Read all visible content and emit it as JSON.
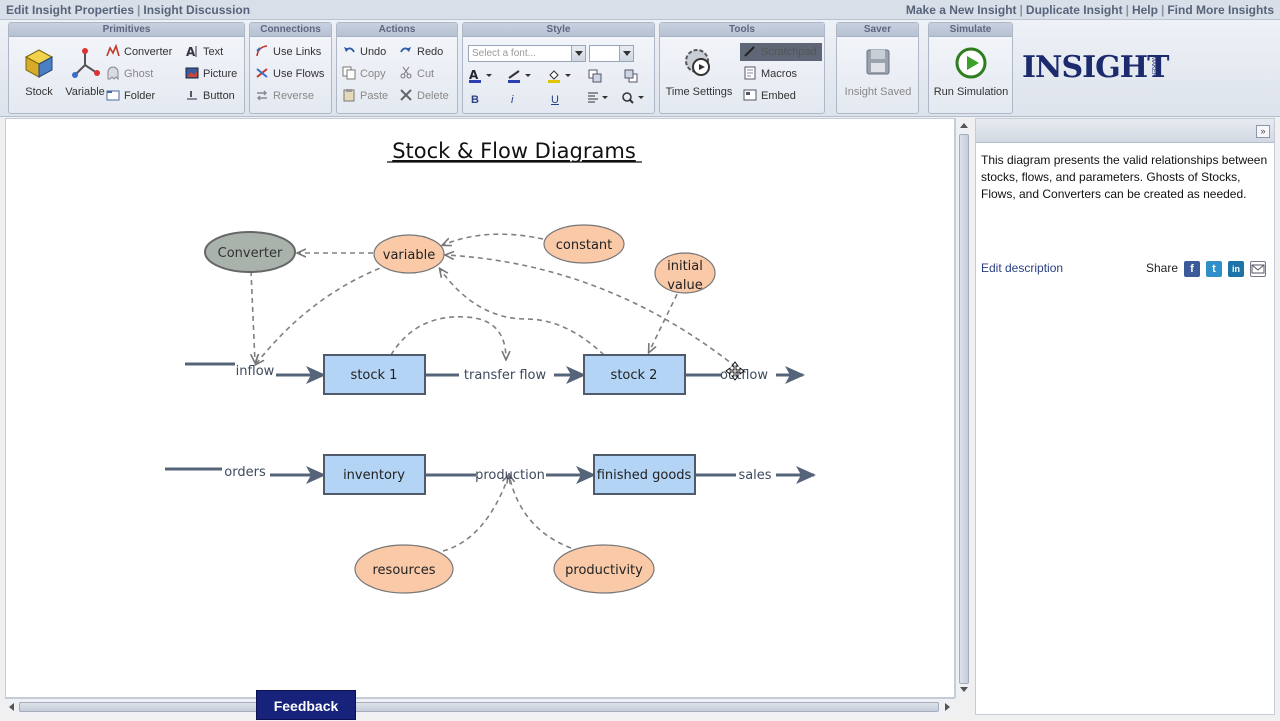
{
  "topbar": {
    "left_links": [
      "Edit Insight Properties",
      "Insight Discussion"
    ],
    "right_links": [
      "Make a New Insight",
      "Duplicate Insight",
      "Help",
      "Find More Insights"
    ]
  },
  "ribbon": {
    "groups": {
      "primitives": "Primitives",
      "connections": "Connections",
      "actions": "Actions",
      "style": "Style",
      "tools": "Tools",
      "saver": "Saver",
      "simulate": "Simulate"
    },
    "primitives": {
      "stock": "Stock",
      "variable": "Variable",
      "converter": "Converter",
      "ghost": "Ghost",
      "folder": "Folder",
      "text": "Text",
      "picture": "Picture",
      "button": "Button"
    },
    "connections": {
      "use_links": "Use Links",
      "use_flows": "Use Flows",
      "reverse": "Reverse"
    },
    "actions": {
      "undo": "Undo",
      "redo": "Redo",
      "copy": "Copy",
      "cut": "Cut",
      "paste": "Paste",
      "delete": "Delete"
    },
    "style": {
      "font_placeholder": "Select a font..."
    },
    "tools": {
      "time_settings": "Time Settings",
      "macros": "Macros",
      "embed": "Embed",
      "scratchpad": "Scratchpad"
    },
    "saver": {
      "saved": "Insight Saved"
    },
    "simulate": {
      "run": "Run Simulation"
    },
    "logo": "INSIGHT",
    "logo_small": "MAKER"
  },
  "diagram": {
    "title": "Stock & Flow Diagrams",
    "nodes": {
      "converter": "Converter",
      "variable": "variable",
      "constant": "constant",
      "initial_value": [
        "initial",
        "value"
      ],
      "stock1": "stock 1",
      "stock2": "stock 2",
      "inventory": "inventory",
      "finished_goods": "finished goods",
      "resources": "resources",
      "productivity": "productivity"
    },
    "flows": {
      "inflow": "inflow",
      "transfer_flow": "transfer flow",
      "outflow": "outflow",
      "orders": "orders",
      "production": "production",
      "sales": "sales"
    }
  },
  "panel": {
    "description": "This diagram presents the valid relationships between stocks, flows, and parameters. Ghosts of Stocks, Flows, and Converters can be created as needed.",
    "edit_description": "Edit description",
    "share": "Share",
    "collapse": "»"
  },
  "feedback": "Feedback",
  "colors": {
    "stock_fill": "#b3d4f5",
    "variable_fill": "#f9c9a8",
    "ghost_fill": "#a9b2ab",
    "flow": "#4f5b6b",
    "feedback_bg": "#17227a"
  }
}
